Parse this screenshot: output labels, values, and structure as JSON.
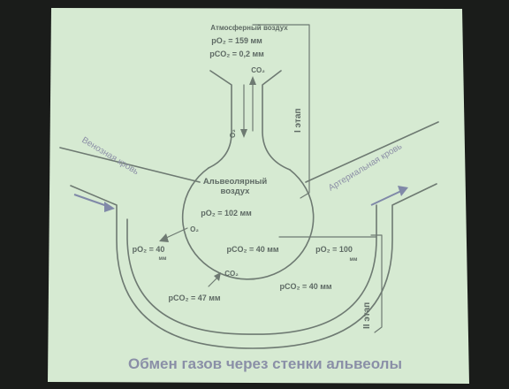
{
  "atmosphere": {
    "title": "Атмосферный воздух",
    "po2": "pO₂ = 159 мм",
    "pco2": "pCO₂ = 0,2 мм"
  },
  "trachea": {
    "co2": "CO₂",
    "o2": "O₂"
  },
  "stage1": "I этап",
  "stage2": "II этап",
  "alveolus": {
    "title_line1": "Альвеолярный",
    "title_line2": "воздух",
    "po2": "pO₂ = 102 мм",
    "pco2": "pCO₂ = 40 мм"
  },
  "venous": {
    "label": "Венозная кровь",
    "po2_value": "pO₂ = 40",
    "po2_unit": "мм",
    "pco2": "pCO₂ = 47 мм"
  },
  "arterial": {
    "label": "Артериальная кровь",
    "po2_value": "pO₂ = 100",
    "po2_unit": "мм",
    "pco2": "pCO₂ = 40 мм"
  },
  "diffusion": {
    "o2": "O₂",
    "co2": "CO₂"
  },
  "caption": "Обмен газов через стенки альвеолы",
  "colors": {
    "slide": "#d6ead2",
    "ink": "#6e7a72",
    "caption": "#8a8fa7",
    "vessel_label": "#8c8fa6"
  }
}
